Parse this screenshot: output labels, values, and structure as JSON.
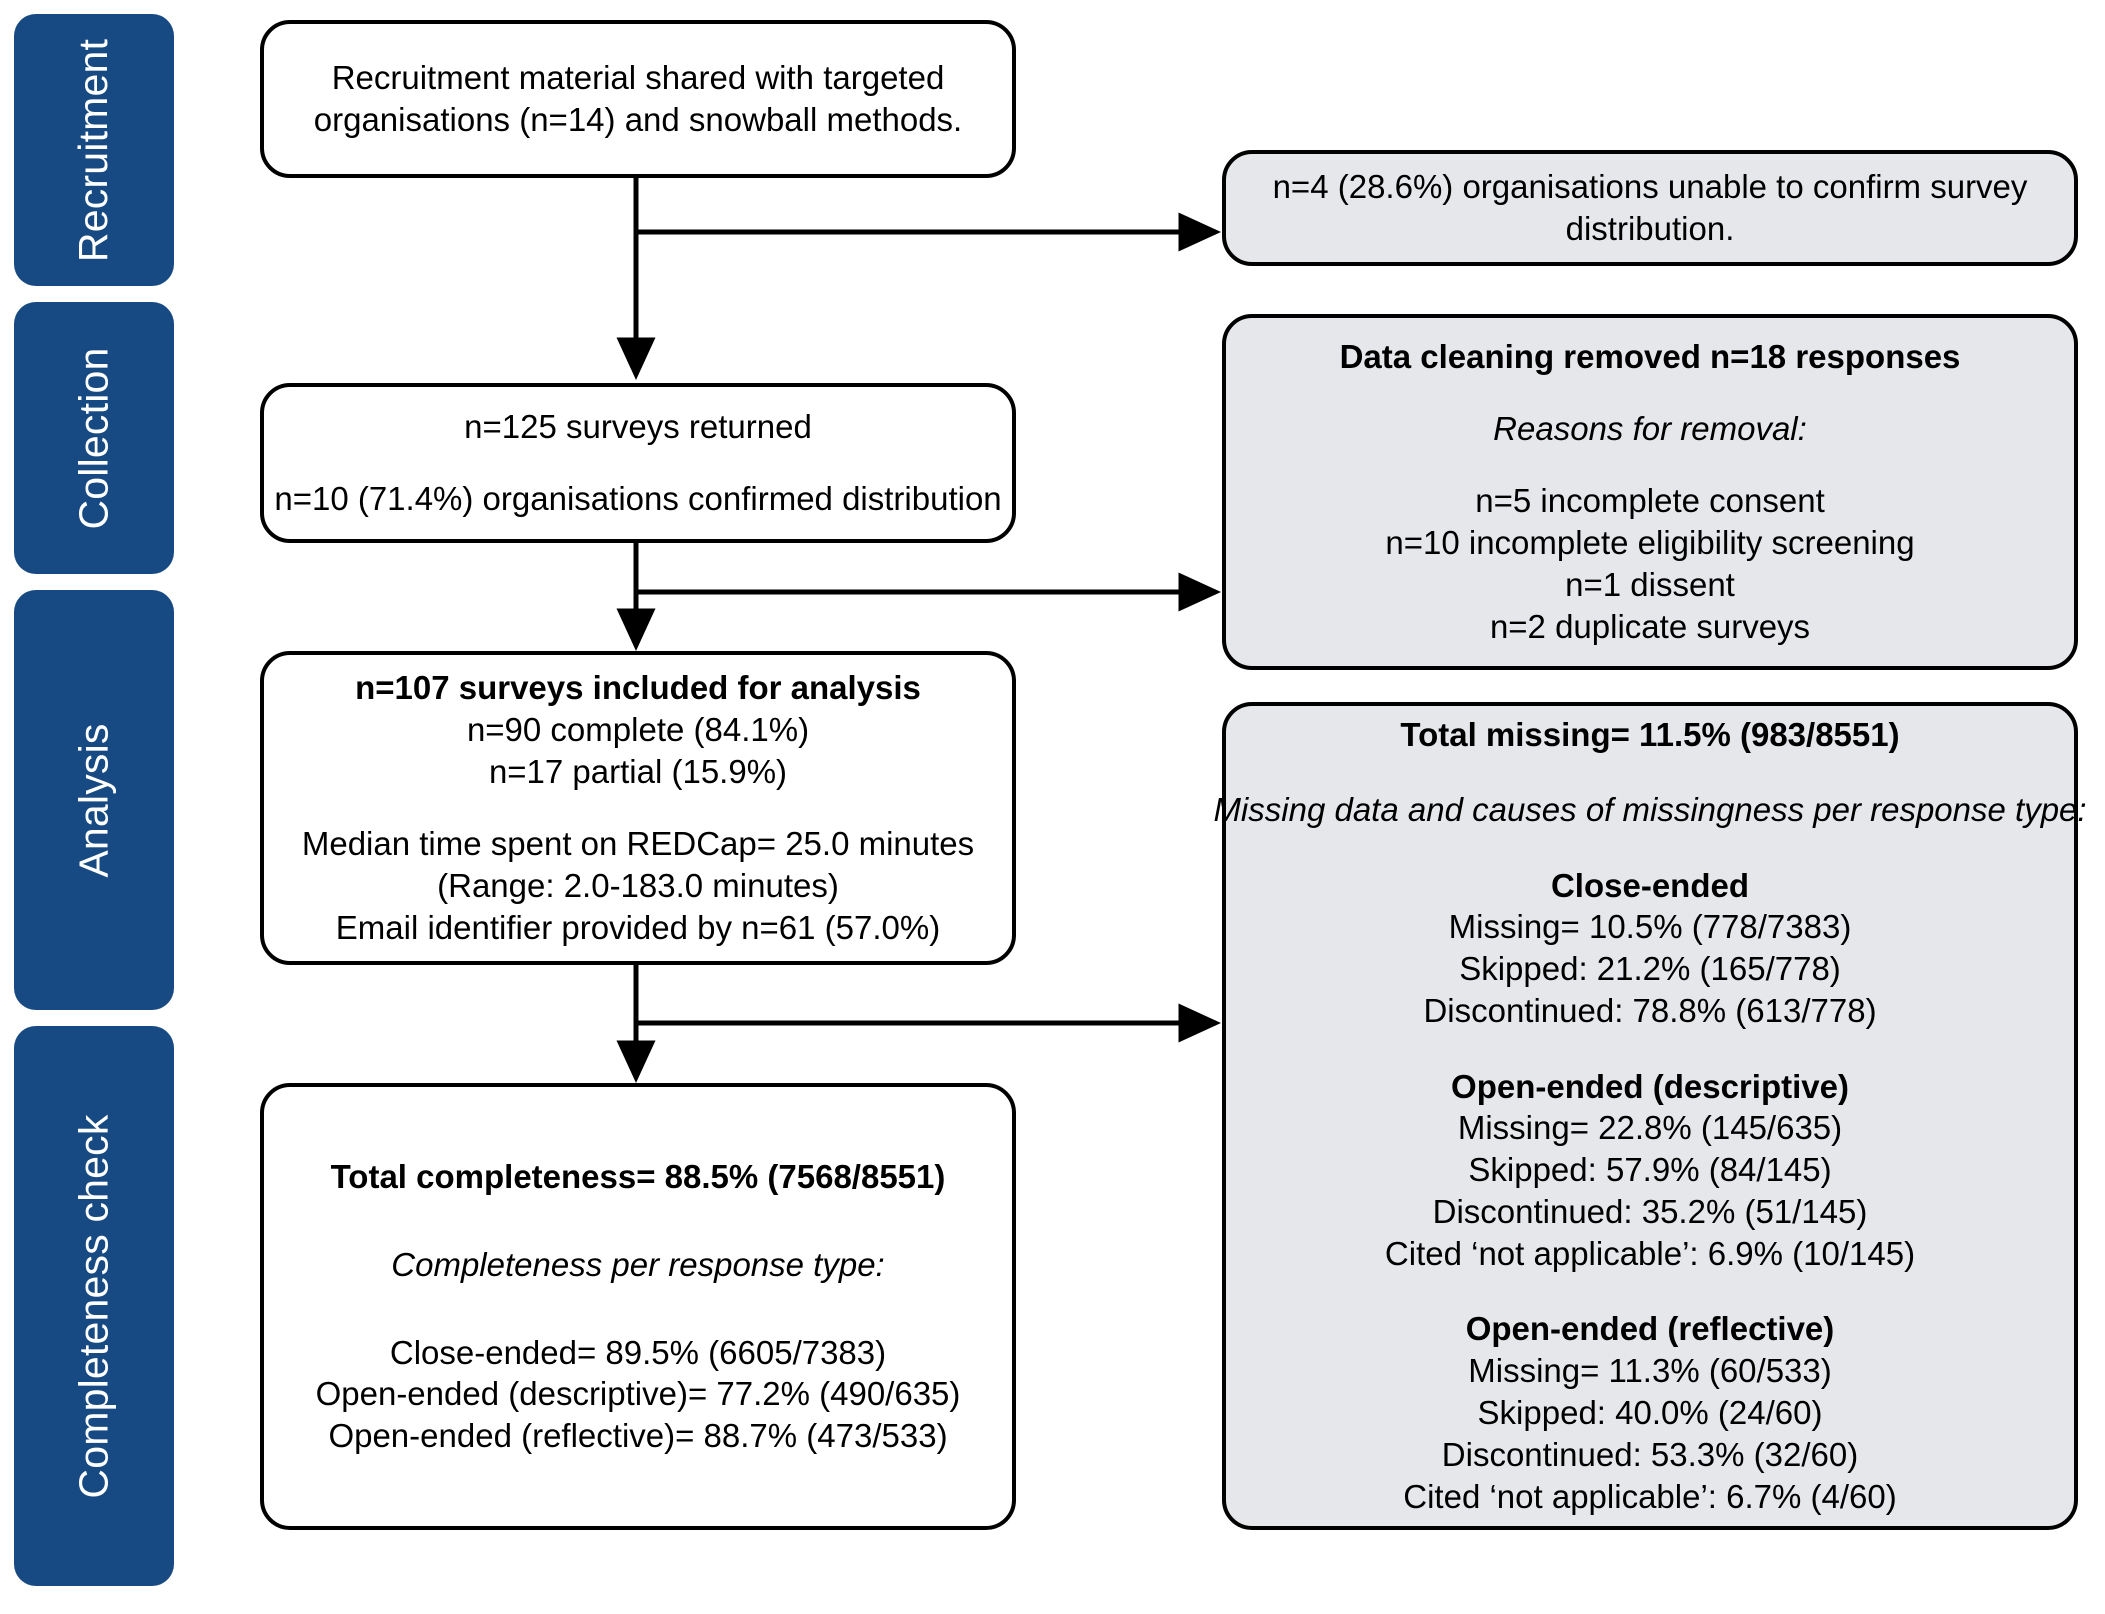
{
  "stages": [
    {
      "label": "Recruitment"
    },
    {
      "label": "Collection"
    },
    {
      "label": "Analysis"
    },
    {
      "label": "Completeness check"
    }
  ],
  "boxes": {
    "recruitment": {
      "lines": [
        "Recruitment material shared with targeted",
        "organisations (n=14) and snowball methods."
      ]
    },
    "unconfirmed": {
      "lines": [
        "n=4 (28.6%) organisations unable to confirm survey",
        "distribution."
      ]
    },
    "returned": {
      "line1": "n=125 surveys returned",
      "line2": "n=10 (71.4%) organisations confirmed distribution"
    },
    "data_cleaning": {
      "title": "Data cleaning removed n=18 responses",
      "subtitle": "Reasons for removal:",
      "reasons": [
        "n=5 incomplete consent",
        "n=10 incomplete eligibility screening",
        "n=1 dissent",
        "n=2 duplicate surveys"
      ]
    },
    "included": {
      "title": "n=107 surveys included for analysis",
      "complete": "n=90 complete (84.1%)",
      "partial": "n=17 partial (15.9%)",
      "median_time": "Median time spent on REDCap= 25.0 minutes",
      "range": "(Range: 2.0-183.0 minutes)",
      "email": "Email identifier provided by n=61 (57.0%)"
    },
    "missing": {
      "title": "Total missing= 11.5% (983/8551)",
      "subtitle": "Missing data and causes of missingness per response type:",
      "groups": [
        {
          "heading": "Close-ended",
          "rows": [
            "Missing= 10.5% (778/7383)",
            "Skipped: 21.2% (165/778)",
            "Discontinued: 78.8% (613/778)"
          ]
        },
        {
          "heading": "Open-ended (descriptive)",
          "rows": [
            "Missing= 22.8% (145/635)",
            "Skipped: 57.9% (84/145)",
            "Discontinued: 35.2% (51/145)",
            "Cited ‘not applicable’: 6.9% (10/145)"
          ]
        },
        {
          "heading": "Open-ended (reflective)",
          "rows": [
            "Missing= 11.3% (60/533)",
            "Skipped: 40.0% (24/60)",
            "Discontinued: 53.3% (32/60)",
            "Cited ‘not applicable’: 6.7% (4/60)"
          ]
        }
      ]
    },
    "completeness": {
      "title": "Total completeness= 88.5% (7568/8551)",
      "subtitle": "Completeness per response type:",
      "rows": [
        "Close-ended= 89.5% (6605/7383)",
        "Open-ended (descriptive)= 77.2% (490/635)",
        "Open-ended (reflective)= 88.7% (473/533)"
      ]
    }
  },
  "colors": {
    "stage_blue": "#174A82",
    "box_gray": "#E6E7EB",
    "stroke": "#000000"
  }
}
